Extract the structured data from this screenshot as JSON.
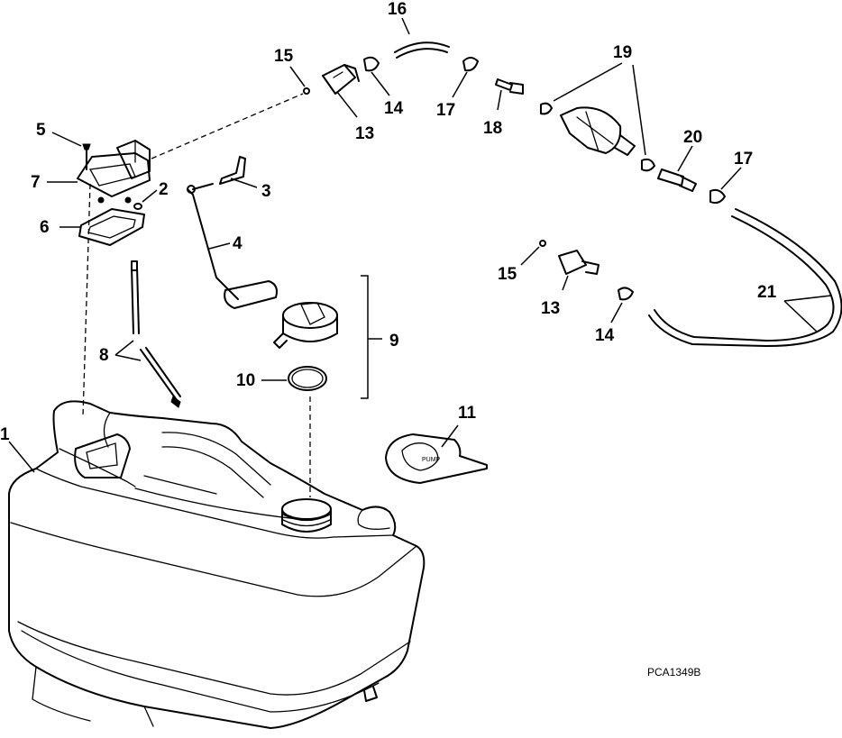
{
  "diagram": {
    "callouts": {
      "c1": "1",
      "c2": "2",
      "c3": "3",
      "c4": "4",
      "c5": "5",
      "c6": "6",
      "c7": "7",
      "c8": "8",
      "c9": "9",
      "c10": "10",
      "c11": "11",
      "c13a": "13",
      "c13b": "13",
      "c14a": "14",
      "c14b": "14",
      "c15a": "15",
      "c15b": "15",
      "c16": "16",
      "c17a": "17",
      "c17b": "17",
      "c18": "18",
      "c19": "19",
      "c20": "20",
      "c21": "21"
    },
    "drawing_code": "PCA1349B"
  }
}
